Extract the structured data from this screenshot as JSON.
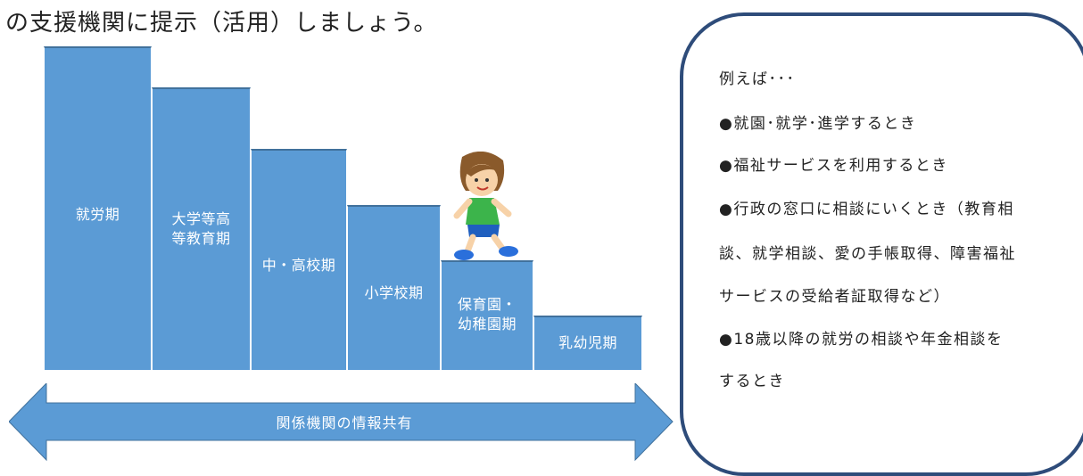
{
  "heading": "の支援機関に提示（活用）しましょう。",
  "stages": [
    {
      "label": "就労期"
    },
    {
      "label": "大学等高\n等教育期"
    },
    {
      "label": "中・高校期"
    },
    {
      "label": "小学校期"
    },
    {
      "label": "保育園・\n幼稚園期"
    },
    {
      "label": "乳幼児期"
    }
  ],
  "arrow": {
    "label": "関係機関の情報共有",
    "color": "#5b9bd5"
  },
  "callout": {
    "lines": [
      "例えば･･･",
      "●就園･就学･進学するとき",
      "●福祉サービスを利用するとき",
      "●行政の窓口に相談にいくとき（教育相",
      "談、就学相談、愛の手帳取得、障害福祉",
      "サービスの受給者証取得など）",
      "●18歳以降の就労の相談や年金相談を",
      "するとき"
    ]
  },
  "colors": {
    "step_fill": "#5b9bd5",
    "callout_border": "#2e4c7a"
  }
}
